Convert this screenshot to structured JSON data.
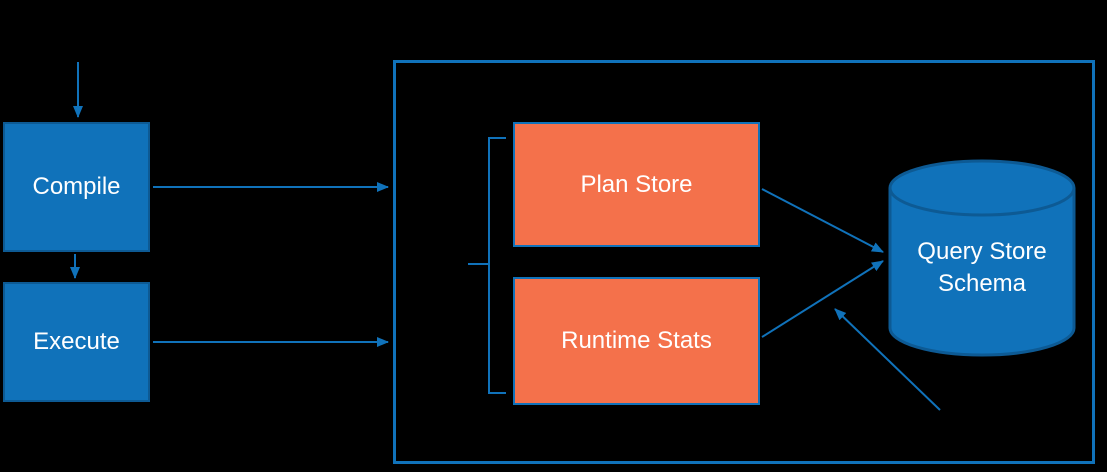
{
  "colors": {
    "background": "#000000",
    "blue": "#1072BA",
    "blue_dark": "#0D5A94",
    "orange": "#F4714B",
    "text": "#FFFFFF"
  },
  "nodes": {
    "compile": {
      "label": "Compile"
    },
    "execute": {
      "label": "Execute"
    },
    "plan_store": {
      "label": "Plan Store"
    },
    "runtime_stats": {
      "label": "Runtime Stats"
    },
    "query_store_schema": {
      "label": "Query Store Schema"
    }
  },
  "edges": [
    {
      "from": "top",
      "to": "compile"
    },
    {
      "from": "compile",
      "to": "execute"
    },
    {
      "from": "compile",
      "to": "store-container"
    },
    {
      "from": "execute",
      "to": "store-container"
    },
    {
      "from": "plan_store",
      "to": "query_store_schema"
    },
    {
      "from": "runtime_stats",
      "to": "query_store_schema"
    },
    {
      "from": "bottom_right",
      "to": "runtime_stats_edge"
    }
  ]
}
